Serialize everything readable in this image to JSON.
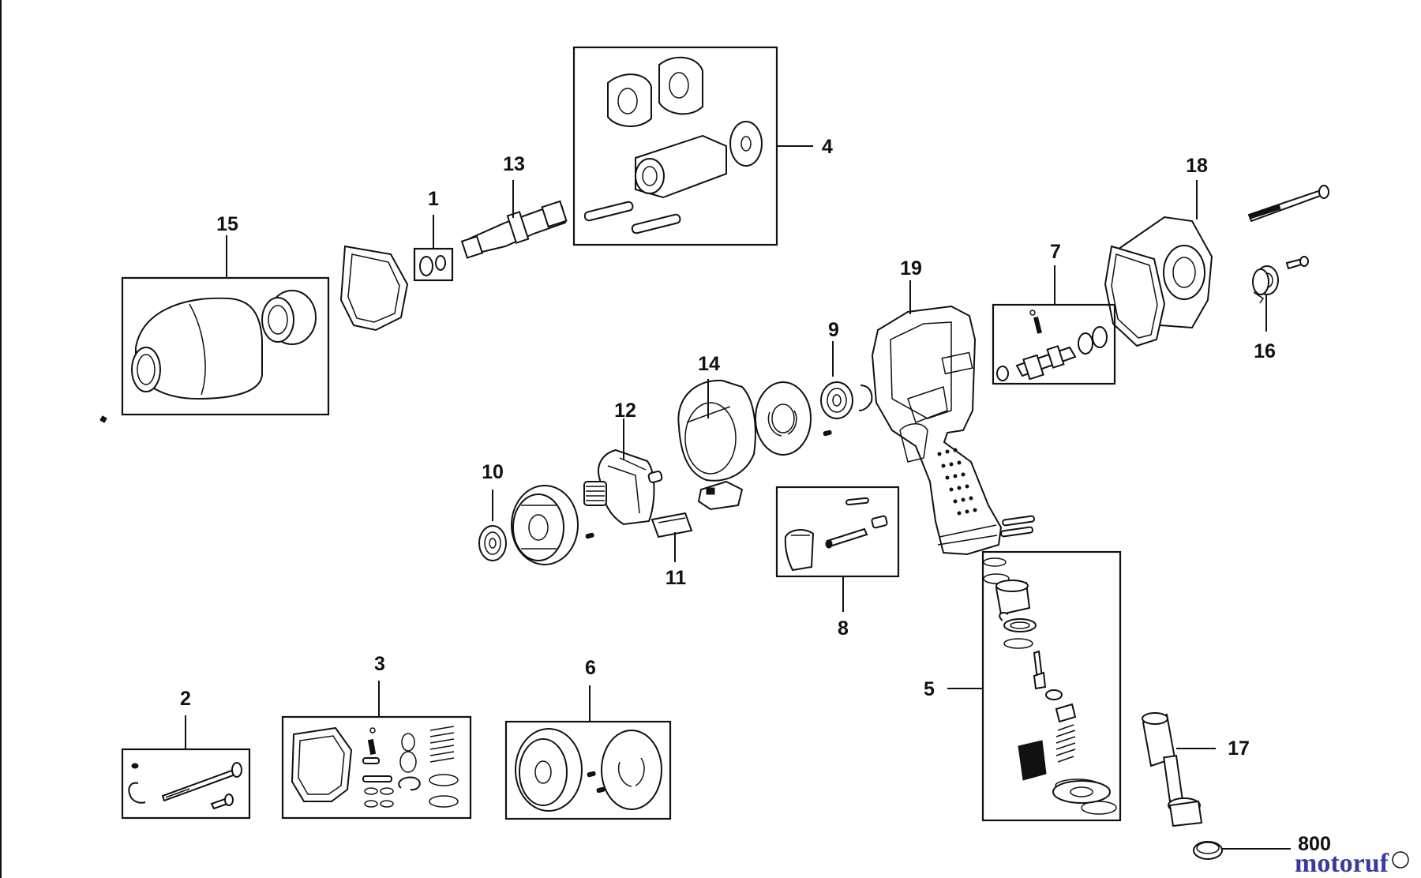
{
  "diagram": {
    "callouts": [
      {
        "id": "15",
        "text": "15"
      },
      {
        "id": "1",
        "text": "1"
      },
      {
        "id": "13",
        "text": "13"
      },
      {
        "id": "4",
        "text": "4"
      },
      {
        "id": "18",
        "text": "18"
      },
      {
        "id": "7",
        "text": "7"
      },
      {
        "id": "16",
        "text": "16"
      },
      {
        "id": "19",
        "text": "19"
      },
      {
        "id": "9",
        "text": "9"
      },
      {
        "id": "14",
        "text": "14"
      },
      {
        "id": "12",
        "text": "12"
      },
      {
        "id": "10",
        "text": "10"
      },
      {
        "id": "11",
        "text": "11"
      },
      {
        "id": "8",
        "text": "8"
      },
      {
        "id": "3",
        "text": "3"
      },
      {
        "id": "2",
        "text": "2"
      },
      {
        "id": "6",
        "text": "6"
      },
      {
        "id": "5",
        "text": "5"
      },
      {
        "id": "17",
        "text": "17"
      },
      {
        "id": "800",
        "text": "800"
      }
    ],
    "watermark": "motoruf"
  }
}
